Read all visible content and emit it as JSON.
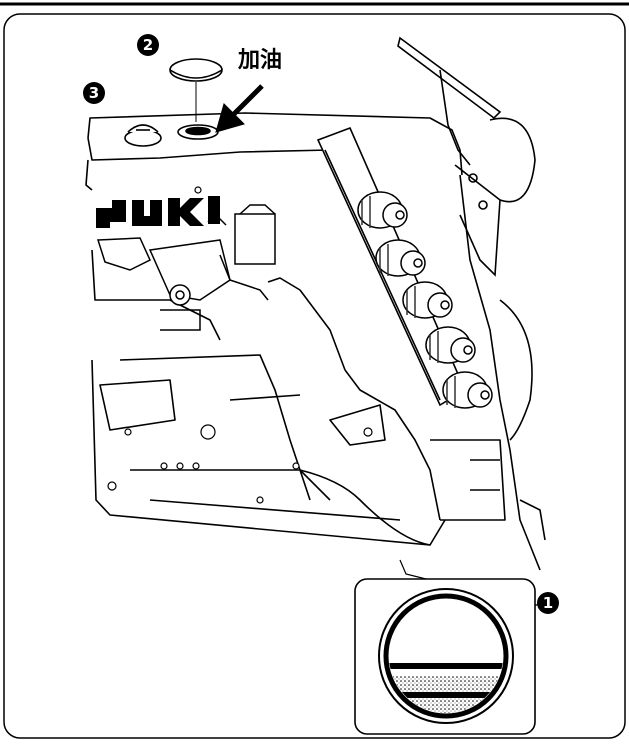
{
  "figure": {
    "oil_label": "加油",
    "callout_1": "1",
    "callout_2": "2",
    "callout_3": "3",
    "brand_logo": "JUKI"
  },
  "icons": {
    "callout_shape": "filled-circle-number",
    "oil_arrow": "arrow-down-left"
  },
  "colors": {
    "ink": "#000000",
    "paper": "#ffffff"
  }
}
